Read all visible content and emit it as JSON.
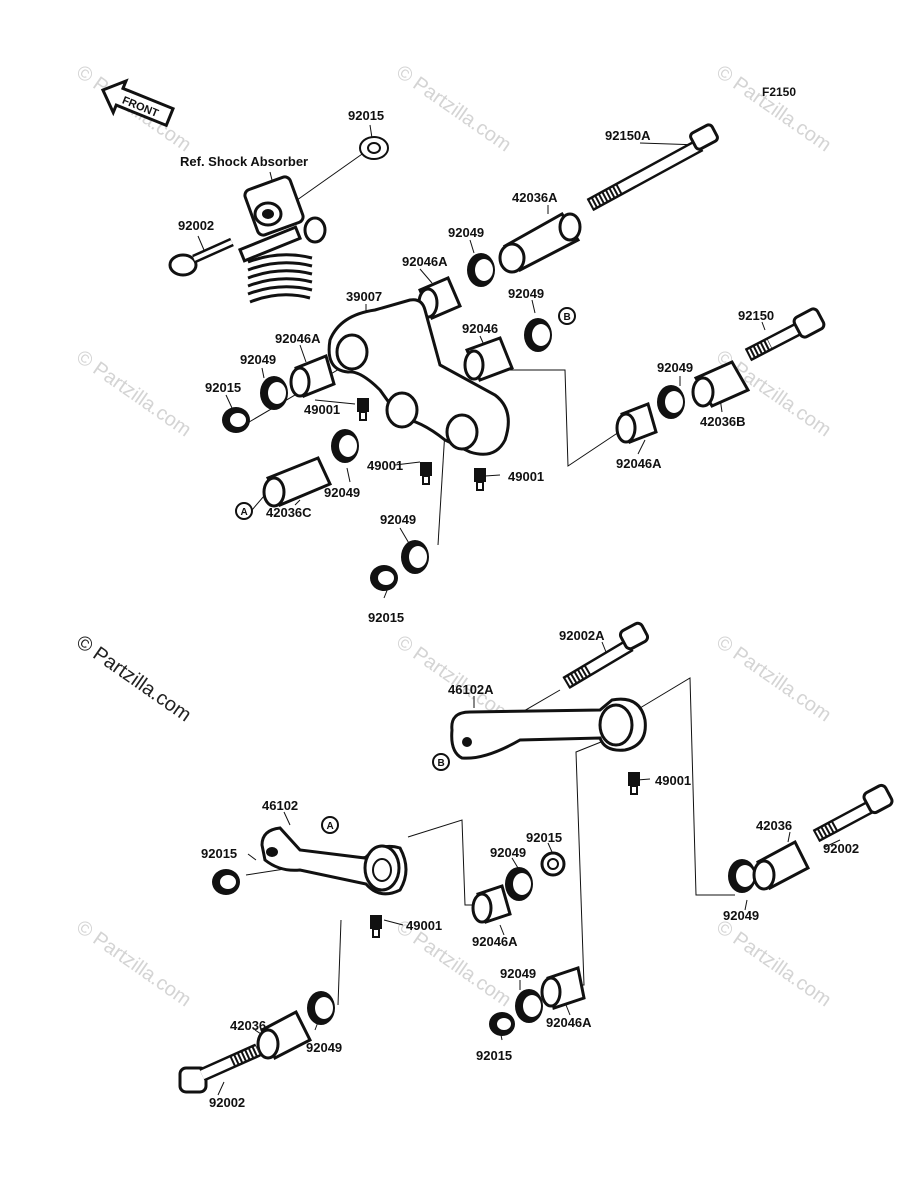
{
  "figure_code": "F2150",
  "front_arrow_label": "FRONT",
  "reference_label": "Ref. Shock Absorber",
  "watermark_text": "© Partzilla.com",
  "colors": {
    "ink": "#111111",
    "watermark": "#d4d4d4",
    "background": "#ffffff"
  },
  "callouts": {
    "a": "A",
    "b": "B"
  },
  "parts": {
    "p_92015_top": "92015",
    "p_92002_top": "92002",
    "p_92150A": "92150A",
    "p_42036A": "42036A",
    "p_92049_1": "92049",
    "p_92046A_1": "92046A",
    "p_39007": "39007",
    "p_92049_2": "92049",
    "p_92046_1": "92046",
    "p_92046A_2": "92046A",
    "p_92049_3": "92049",
    "p_92015_2": "92015",
    "p_49001_1": "49001",
    "p_92150": "92150",
    "p_92049_4": "92049",
    "p_42036B": "42036B",
    "p_92046A_3": "92046A",
    "p_49001_2": "49001",
    "p_49001_3": "49001",
    "p_92049_5": "92049",
    "p_42036C": "42036C",
    "p_92049_6": "92049",
    "p_92015_3": "92015",
    "p_92002A": "92002A",
    "p_46102A": "46102A",
    "p_49001_4": "49001",
    "p_46102": "46102",
    "p_92015_4": "92015",
    "p_92015_5": "92015",
    "p_92049_7": "92049",
    "p_49001_5": "49001",
    "p_92046A_4": "92046A",
    "p_42036_1": "42036",
    "p_92002_2": "92002",
    "p_92049_8": "92049",
    "p_42036_2": "42036",
    "p_92049_9": "92049",
    "p_92049_10": "92049",
    "p_92046A_5": "92046A",
    "p_92015_6": "92015",
    "p_92002_3": "92002"
  }
}
